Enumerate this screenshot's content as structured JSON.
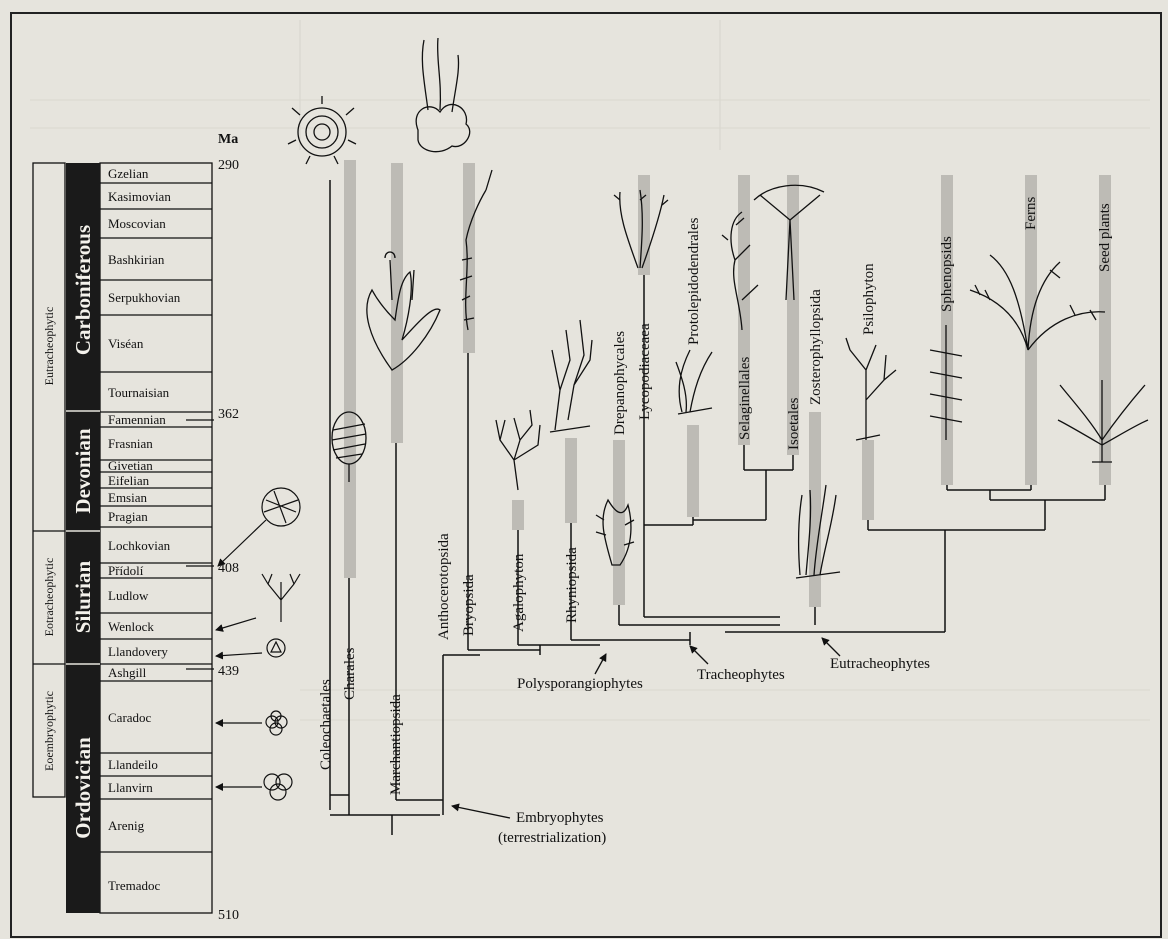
{
  "time_scale": {
    "unit_label": "Ma",
    "ages": [
      {
        "value": "290"
      },
      {
        "value": "362"
      },
      {
        "value": "408"
      },
      {
        "value": "439"
      },
      {
        "value": "510"
      }
    ],
    "periods": [
      "Carboniferous",
      "Devonian",
      "Silurian",
      "Ordovician"
    ],
    "phases": [
      "Eutracheophytic",
      "Eotracheophytic",
      "Eoembryophytic"
    ],
    "stages": [
      "Gzelian",
      "Kasimovian",
      "Moscovian",
      "Bashkirian",
      "Serpukhovian",
      "Viséan",
      "Tournaisian",
      "Famennian",
      "Frasnian",
      "Givetian",
      "Eifelian",
      "Emsian",
      "Pragian",
      "Lochkovian",
      "Přídolí",
      "Ludlow",
      "Wenlock",
      "Llandovery",
      "Ashgill",
      "Caradoc",
      "Llandeilo",
      "Llanvirn",
      "Arenig",
      "Tremadoc"
    ]
  },
  "taxa": [
    "Coleochaetales",
    "Charales",
    "Marchantiopsida",
    "Anthocerotopsida",
    "Bryopsida",
    "Agalophyton",
    "Rhyniopsida",
    "Drepanophycales",
    "Lycopodiaceaea",
    "Protolepidodendrales",
    "Selaginellales",
    "Isoetales",
    "Zosterophyllopsida",
    "Psilophyton",
    "Sphenopsids",
    "Ferns",
    "Seed plants"
  ],
  "clades": {
    "embryophytes": [
      "Embryophytes",
      "(terrestrialization)"
    ],
    "polysporangiophytes": "Polysporangiophytes",
    "tracheophytes": "Tracheophytes",
    "eutracheophytes": "Eutracheophytes"
  },
  "colors": {
    "background": "#e6e4dd",
    "ink": "#111111",
    "range_bar": "#bdbbb5",
    "period_band": "#1a1a1a"
  }
}
